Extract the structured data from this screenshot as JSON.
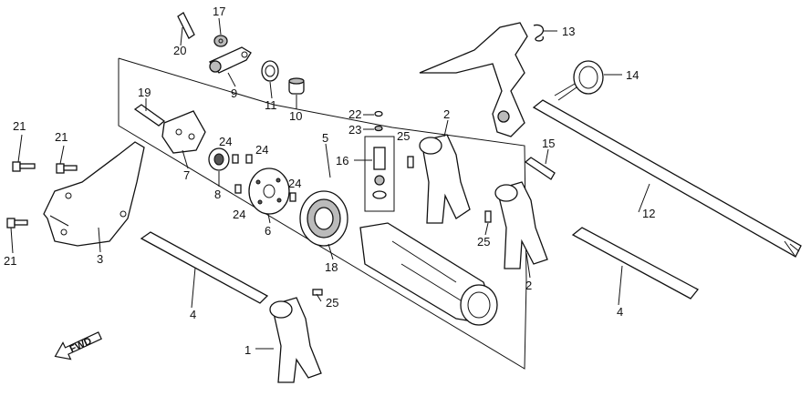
{
  "labels": [
    "1",
    "2",
    "2",
    "3",
    "4",
    "4",
    "5",
    "6",
    "7",
    "8",
    "9",
    "10",
    "11",
    "12",
    "13",
    "14",
    "15",
    "16",
    "17",
    "18",
    "19",
    "20",
    "21",
    "21",
    "21",
    "22",
    "23",
    "24",
    "24",
    "24",
    "24",
    "25",
    "25",
    "25"
  ],
  "forward_label": "FWD"
}
